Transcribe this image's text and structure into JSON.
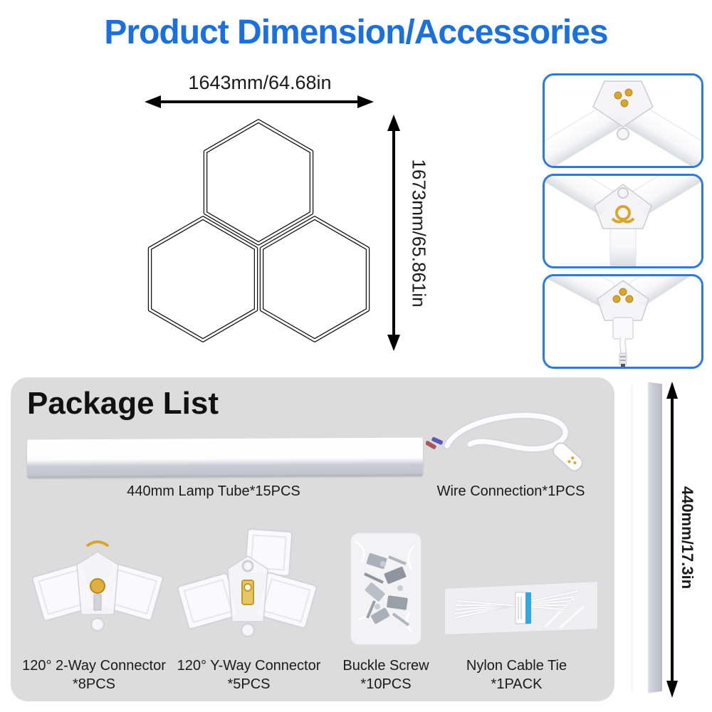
{
  "title": "Product Dimension/Accessories",
  "dimensions": {
    "width_label": "1643mm/64.68in",
    "height_label": "1673mm/65.861in",
    "tube_label": "440mm/17.3in"
  },
  "package": {
    "heading": "Package List",
    "lamp_tube_label": "440mm Lamp Tube*15PCS",
    "wire_label": "Wire Connection*1PCS",
    "items": [
      {
        "line1": "120° 2-Way Connector",
        "line2": "*8PCS"
      },
      {
        "line1": "120° Y-Way Connector",
        "line2": "*5PCS"
      },
      {
        "line1": "Buckle Screw",
        "line2": "*10PCS"
      },
      {
        "line1": "Nylon Cable Tie",
        "line2": "*1PACK"
      }
    ]
  },
  "icons": {
    "width_arrow": "horizontal-double-arrow",
    "height_arrow": "vertical-double-arrow",
    "tube_arrow": "vertical-double-arrow"
  },
  "colors": {
    "title_blue": "#1b70e0",
    "photo_border_blue": "#2b7ae0",
    "panel_gray": "#dcdcdc",
    "text_dark": "#1a1a1a",
    "gold_contact": "#d9a62a",
    "tube_silver": "#c9ccd4"
  }
}
